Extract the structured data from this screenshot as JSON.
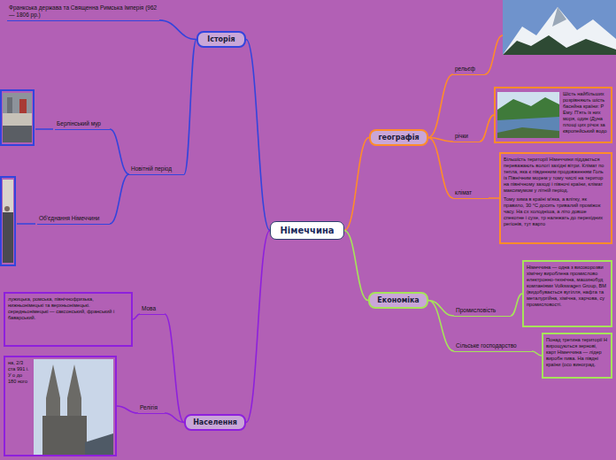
{
  "diagram": {
    "nodes": [
      {
        "text": [
          "Німеччина"
        ]
      },
      {
        "text": [
          "Історія"
        ]
      },
      {
        "text": [
          "Франкська держава та Священна Римська Імперія (962— 1806 рр.)"
        ]
      },
      {
        "text": [
          "Новітній період"
        ]
      },
      {
        "text": [
          "Берлінський мур"
        ]
      },
      {
        "text": [
          "Об'єднання Німеччини"
        ]
      },
      {
        "text": [
          "Населення"
        ]
      },
      {
        "text": [
          "Мова"
        ]
      },
      {
        "text": [
          "лужицька, ромська, північнофризька, нижньонімецькі та верхньонімецькі. середньонімецькі — саксонський, франський і баварський."
        ]
      },
      {
        "text": [
          "Релігія"
        ]
      },
      {
        "text": [
          "на, 2/3 ста 991 і. У о до 180 ного"
        ]
      },
      {
        "text": [
          "географія"
        ]
      },
      {
        "text": [
          "рельєф"
        ]
      },
      {
        "text": [
          "річки"
        ]
      },
      {
        "text": [
          "Шість найбільших розрівняють шість басейна країни: Р Ему. П'ять із них моря, один (Дуна площі цих річок за європейський водо"
        ]
      },
      {
        "text": [
          "клімат"
        ]
      },
      {
        "text": [
          "Більшість території Німеччини піддається переважають вологі західні вітри. Клімат по тепла, яка є південним продовженням Голь із Північним морем у тому числі на територ на північному заході і півночі країни, клімат максимумом у літній період.",
          "Тому зима в країні м'яка, а влітку, як правило, 30 °C досить тривалий проміжок часу. На сх холодніша, а літо довше спекотне і сухе, тр належать до перехідних регіонів, тут варто"
        ]
      },
      {
        "text": [
          "Економіка"
        ]
      },
      {
        "text": [
          "Промисловість"
        ]
      },
      {
        "text": [
          "Німеччина — одна з високорозви хімічну вироблена промислово електронно-технічна, машинобуд компаніями Volkswagen Group, BM (видобувається вугілля, нафта та металургійна, хімічна, харчова, су промисловості."
        ]
      },
      {
        "text": [
          "Сільське господарство"
        ]
      },
      {
        "text": [
          "Понад третина території Н вирощуються зернові, карт Німеччина — лідер виробн пива. На півдні країни (осо виноград."
        ]
      }
    ],
    "edges": [
      {
        "from": 0,
        "to": 1,
        "arrow": "none"
      },
      {
        "from": 1,
        "to": 2,
        "arrow": "none"
      },
      {
        "from": 1,
        "to": 3,
        "arrow": "none"
      },
      {
        "from": 3,
        "to": 4,
        "arrow": "none"
      },
      {
        "from": 3,
        "to": 5,
        "arrow": "none"
      },
      {
        "from": 0,
        "to": 6,
        "arrow": "none"
      },
      {
        "from": 6,
        "to": 7,
        "arrow": "none"
      },
      {
        "from": 7,
        "to": 8,
        "arrow": "none"
      },
      {
        "from": 6,
        "to": 9,
        "arrow": "none"
      },
      {
        "from": 9,
        "to": 10,
        "arrow": "none"
      },
      {
        "from": 0,
        "to": 11,
        "arrow": "none"
      },
      {
        "from": 11,
        "to": 12,
        "arrow": "none"
      },
      {
        "from": 11,
        "to": 13,
        "arrow": "none"
      },
      {
        "from": 13,
        "to": 14,
        "arrow": "none"
      },
      {
        "from": 11,
        "to": 15,
        "arrow": "none"
      },
      {
        "from": 15,
        "to": 16,
        "arrow": "none"
      },
      {
        "from": 0,
        "to": 17,
        "arrow": "none"
      },
      {
        "from": 17,
        "to": 18,
        "arrow": "none"
      },
      {
        "from": 18,
        "to": 19,
        "arrow": "none"
      },
      {
        "from": 17,
        "to": 20,
        "arrow": "none"
      },
      {
        "from": 20,
        "to": 21,
        "arrow": "none"
      }
    ]
  }
}
